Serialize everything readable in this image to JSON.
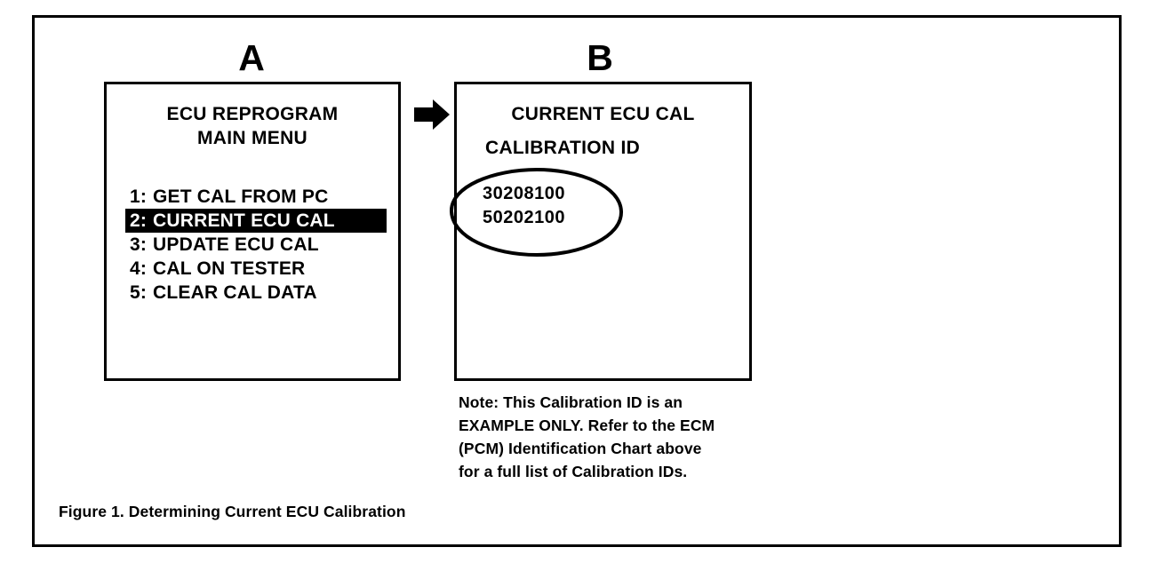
{
  "figure": {
    "caption": "Figure 1. Determining Current ECU Calibration"
  },
  "panel_a": {
    "letter": "A",
    "title_line1": "ECU REPROGRAM",
    "title_line2": "MAIN MENU",
    "menu_items": [
      {
        "number": "1:",
        "label": "GET CAL FROM PC",
        "selected": false
      },
      {
        "number": "2:",
        "label": "CURRENT ECU CAL",
        "selected": true
      },
      {
        "number": "3:",
        "label": "UPDATE ECU CAL",
        "selected": false
      },
      {
        "number": "4:",
        "label": "CAL ON TESTER",
        "selected": false
      },
      {
        "number": "5:",
        "label": "CLEAR CAL DATA",
        "selected": false
      }
    ]
  },
  "arrow": {
    "direction": "right",
    "color": "#000000"
  },
  "panel_b": {
    "letter": "B",
    "heading": "CURRENT ECU CAL",
    "subheading": "CALIBRATION ID",
    "calibration_ids": [
      "30208100",
      "50202100"
    ]
  },
  "note": {
    "line1": "Note: This Calibration ID is an",
    "line2": "EXAMPLE ONLY. Refer to the ECM",
    "line3": "(PCM) Identification Chart above",
    "line4": "for a full list of Calibration IDs."
  },
  "colors": {
    "ink": "#000000",
    "paper": "#ffffff",
    "highlight_bg": "#000000",
    "highlight_fg": "#ffffff"
  }
}
